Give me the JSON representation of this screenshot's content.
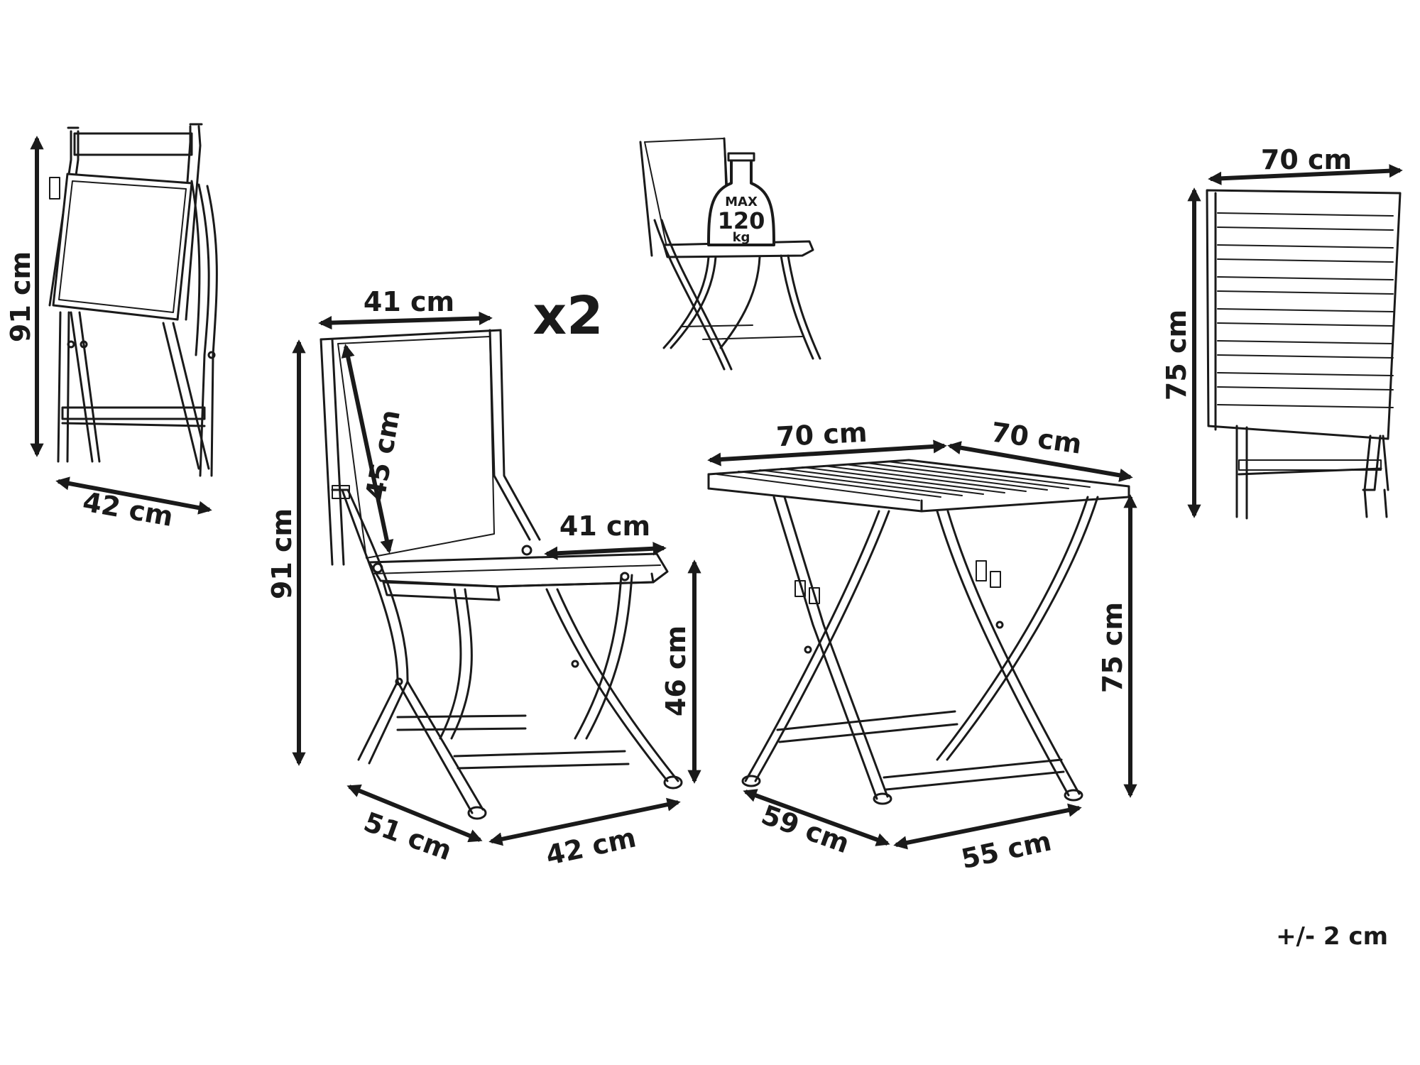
{
  "folded_chair": {
    "height": "91 cm",
    "depth": "42 cm"
  },
  "chair": {
    "back_width": "41 cm",
    "back_height": "45 cm",
    "seat_depth": "41 cm",
    "total_height": "91 cm",
    "seat_height": "46 cm",
    "base_depth": "51 cm",
    "base_width": "42 cm",
    "quantity": "x2"
  },
  "load_badge": {
    "line1": "MAX",
    "line2": "120",
    "line3": "kg"
  },
  "table": {
    "top_width": "70 cm",
    "top_depth": "70 cm",
    "height": "75 cm",
    "base_depth": "59 cm",
    "base_width": "55 cm"
  },
  "folded_table": {
    "width": "70 cm",
    "height": "75 cm"
  },
  "tolerance": "+/- 2 cm"
}
